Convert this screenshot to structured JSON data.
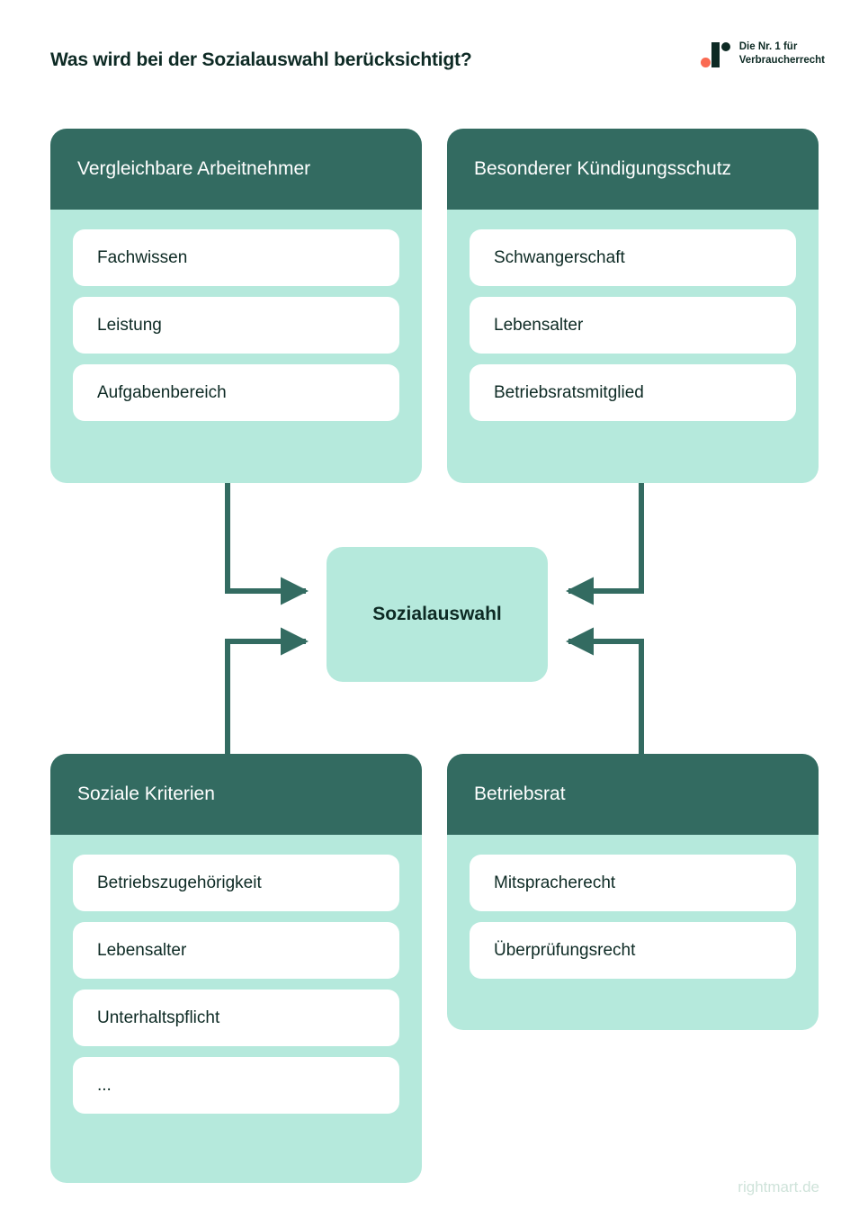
{
  "header": {
    "title": "Was wird bei der Sozialauswahl berücksichtigt?",
    "brand": {
      "line1": "Die Nr. 1 für",
      "line2": "Verbraucherrecht",
      "dot_red_color": "#fa6a52",
      "mark_color": "#0d2a24"
    }
  },
  "colors": {
    "header_teal": "#336b61",
    "mint": "#b5e9dc",
    "pill_white": "#ffffff",
    "text_dark": "#0d2a24",
    "connector": "#336b61",
    "watermark": "#cfe3da",
    "background": "#ffffff"
  },
  "center": {
    "label": "Sozialauswahl"
  },
  "cards": [
    {
      "id": "vergleichbare-arbeitnehmer",
      "title": "Vergleichbare Arbeitnehmer",
      "items": [
        "Fachwissen",
        "Leistung",
        "Aufgabenbereich"
      ]
    },
    {
      "id": "besonderer-kuendigungsschutz",
      "title": "Besonderer Kündigungsschutz",
      "items": [
        "Schwangerschaft",
        "Lebensalter",
        "Betriebsratsmitglied"
      ]
    },
    {
      "id": "soziale-kriterien",
      "title": "Soziale Kriterien",
      "items": [
        "Betriebszugehörigkeit",
        "Lebensalter",
        "Unterhaltspflicht",
        "..."
      ]
    },
    {
      "id": "betriebsrat",
      "title": "Betriebsrat",
      "items": [
        "Mitspracherecht",
        "Überprüfungsrecht"
      ]
    }
  ],
  "footer": {
    "watermark": "rightmart.de"
  }
}
